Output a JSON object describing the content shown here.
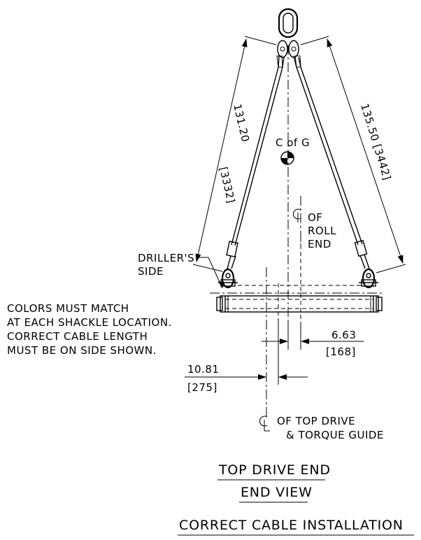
{
  "dimensions": {
    "left_cable": {
      "value": "131.20",
      "metric": "[3332]"
    },
    "right_cable": {
      "value": "135.50",
      "metric": "[3442]"
    },
    "offset_small": {
      "value": "6.63",
      "metric": "[168]"
    },
    "offset_large": {
      "value": "10.81",
      "metric": "[275]"
    }
  },
  "labels": {
    "cog_line1": "C of G",
    "roll_end": [
      "OF",
      "ROLL",
      "END"
    ],
    "drillers_side": [
      "DRILLER'S",
      "SIDE"
    ],
    "notes": [
      "COLORS MUST MATCH",
      "AT EACH SHACKLE LOCATION.",
      "CORRECT CABLE LENGTH",
      "MUST BE ON SIDE SHOWN."
    ],
    "top_drive": [
      "OF TOP DRIVE",
      "& TORQUE GUIDE"
    ]
  },
  "titles": {
    "line1": "TOP DRIVE END",
    "line2": "END VIEW",
    "line3": "CORRECT CABLE INSTALLATION"
  }
}
